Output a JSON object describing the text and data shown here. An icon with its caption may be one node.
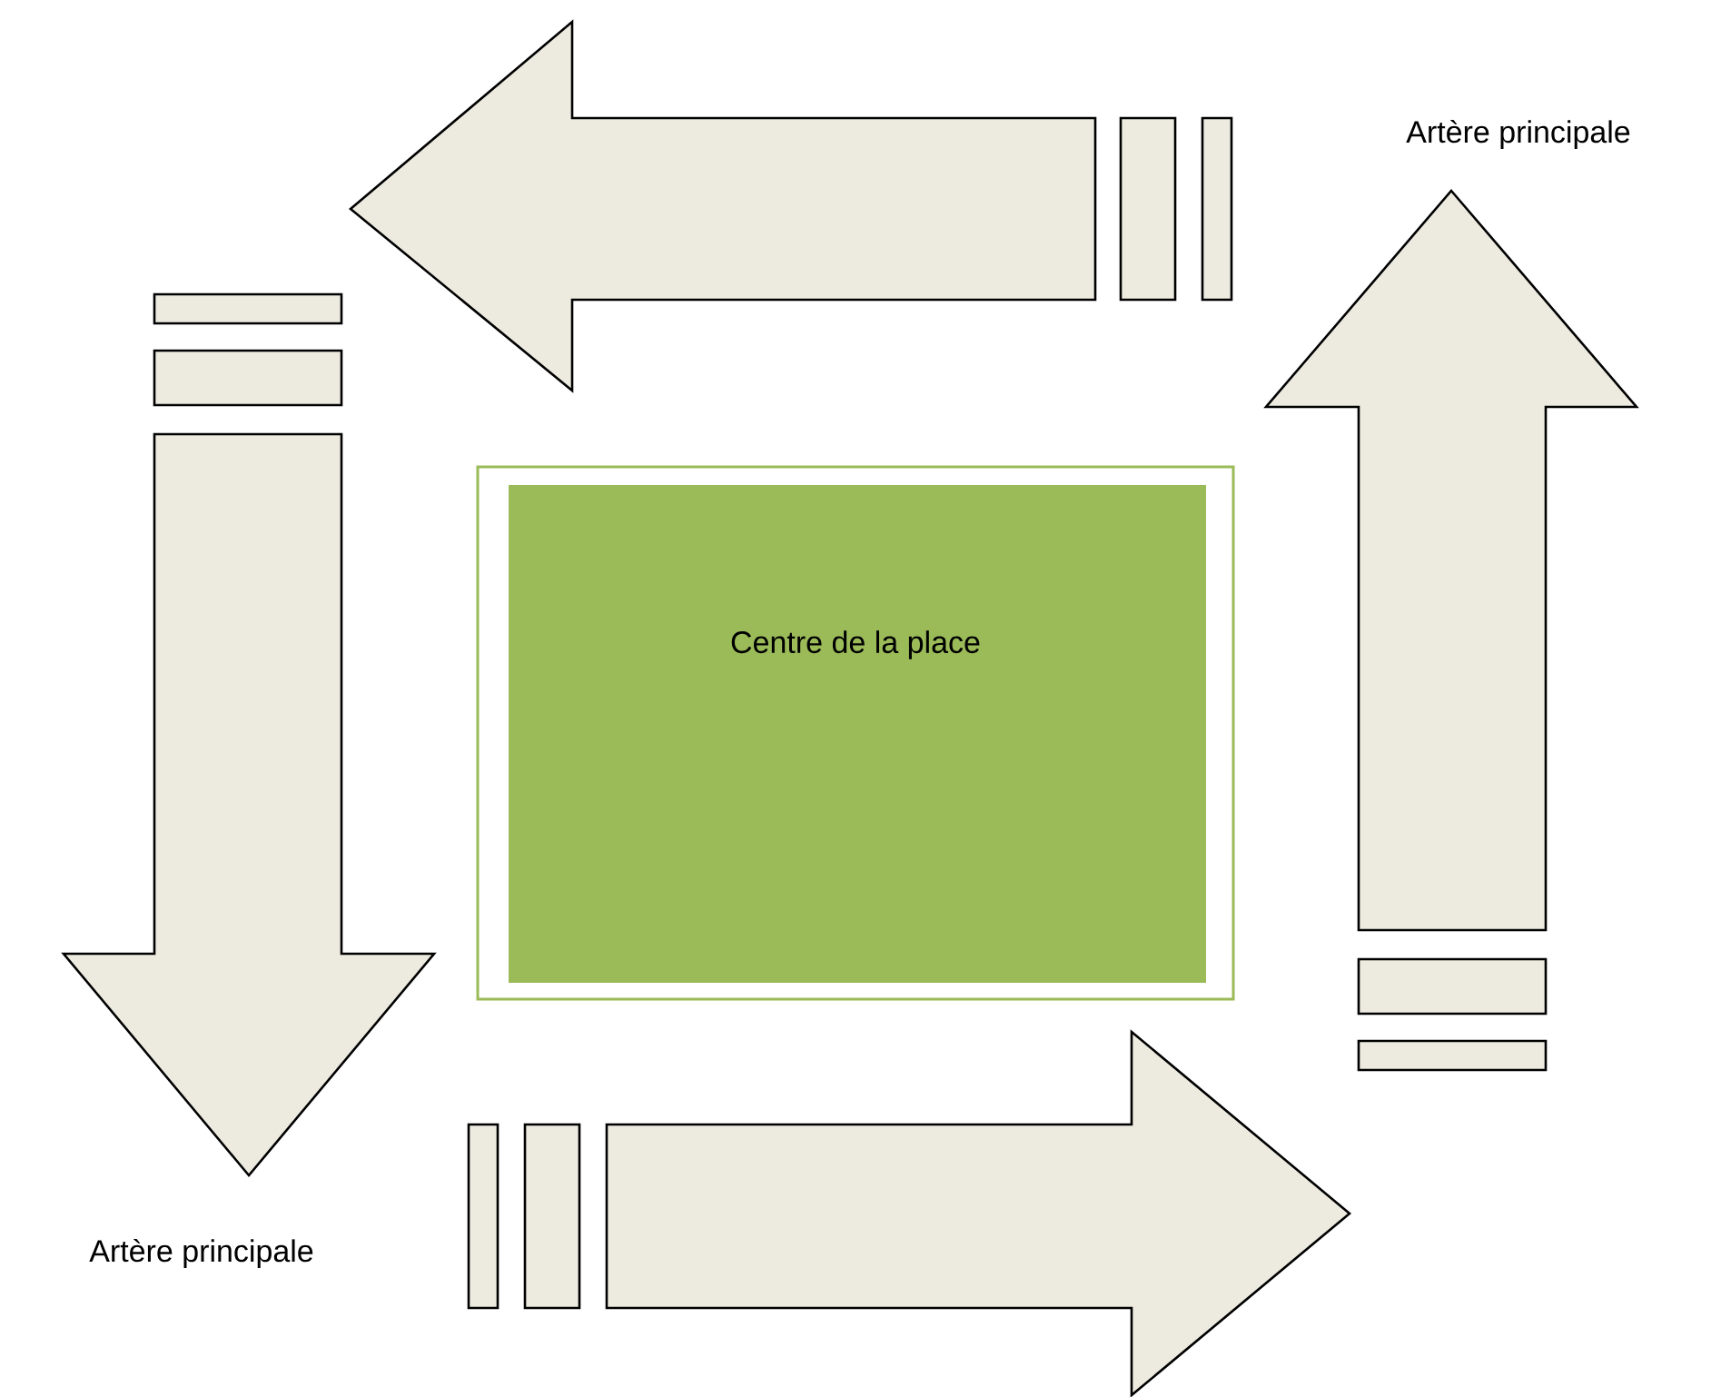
{
  "diagram": {
    "nodes": [
      {
        "text": [
          "Centre de la place"
        ]
      }
    ],
    "labels": [
      "Artère principale",
      "Artère principale"
    ]
  }
}
